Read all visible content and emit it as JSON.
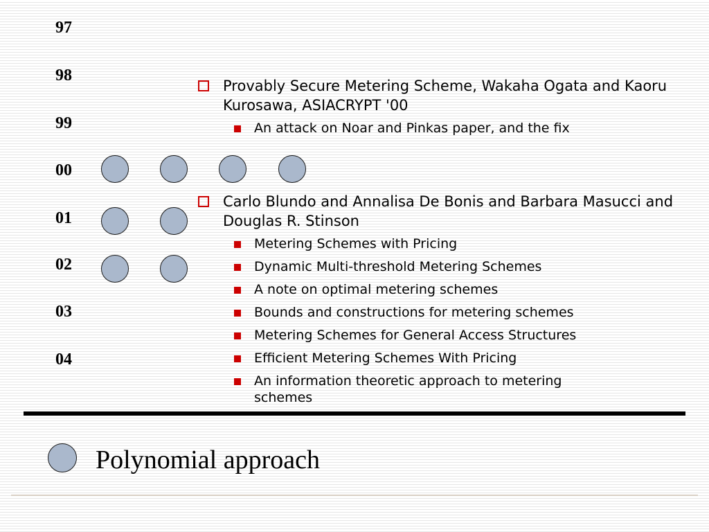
{
  "years": [
    "97",
    "98",
    "99",
    "00",
    "01",
    "02",
    "03",
    "04"
  ],
  "items": [
    {
      "title": "Provably Secure Metering Scheme, Wakaha Ogata and Kaoru Kurosawa, ASIACRYPT '00",
      "subitems": [
        "An attack on Noar and Pinkas paper, and the fix"
      ]
    },
    {
      "title": "Carlo Blundo and Annalisa De Bonis and Barbara Masucci and Douglas R. Stinson",
      "subitems": [
        "Metering Schemes with Pricing",
        "Dynamic Multi-threshold Metering Schemes",
        "A note on optimal metering schemes",
        "Bounds and constructions for metering schemes",
        "Metering Schemes for General Access Structures",
        "Efficient Metering Schemes With Pricing",
        "An information theoretic approach to metering schemes"
      ]
    }
  ],
  "legend": {
    "label": "Polynomial approach"
  },
  "dot_counts": {
    "00": 4,
    "01": 2,
    "02": 2
  },
  "colors": {
    "dot_fill": "#aab8cc",
    "bullet_red": "#cc0000"
  },
  "icons": {
    "main_bullet": "hollow-square-bullet-icon",
    "sub_bullet": "filled-square-bullet-icon",
    "timeline_marker": "circle-icon"
  }
}
